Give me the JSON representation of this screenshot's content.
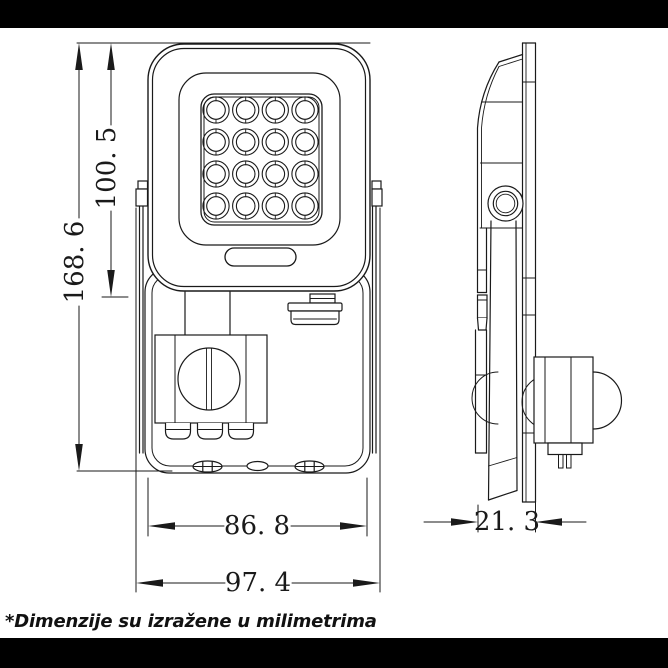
{
  "dimensions": {
    "overall_height_mm": "168. 6",
    "head_height_mm": "100. 5",
    "base_width_mm": "86. 8",
    "overall_width_mm": "97. 4",
    "depth_mm": "21. 3"
  },
  "footnote": "*Dimenzije su izražene u milimetrima",
  "colors": {
    "line": "#1a1a1a",
    "bar": "#000000",
    "background": "#ffffff"
  }
}
